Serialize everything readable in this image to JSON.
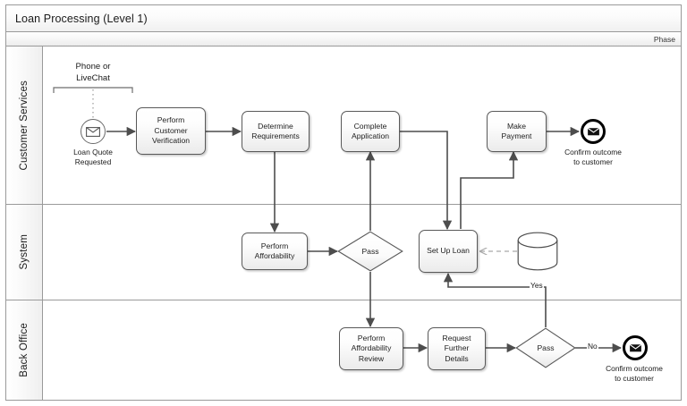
{
  "pool": {
    "title": "Loan Processing (Level 1)",
    "phase_label": "Phase"
  },
  "colors": {
    "frame_border": "#9a9a9a",
    "shape_border": "#595959",
    "flow_line": "#4d4d4d",
    "association": "#a9a9a9",
    "text": "#1a1a1a",
    "lane_header_bg": "#efefef"
  },
  "lanes": [
    {
      "id": "customer-services",
      "label": "Customer Services"
    },
    {
      "id": "system",
      "label": "System"
    },
    {
      "id": "back-office",
      "label": "Back Office"
    }
  ],
  "annotations": [
    {
      "id": "phone-or-livechat",
      "line1": "Phone or",
      "line2": "LiveChat"
    }
  ],
  "events": [
    {
      "id": "loan-quote-requested",
      "type": "message-start-event",
      "lane": "customer-services",
      "caption_line1": "Loan Quote",
      "caption_line2": "Requested",
      "icon": "envelope-icon"
    },
    {
      "id": "confirm-outcome-customer-services",
      "type": "message-end-event",
      "lane": "customer-services",
      "caption_line1": "Confirm outcome",
      "caption_line2": "to customer",
      "icon": "envelope-icon"
    },
    {
      "id": "confirm-outcome-back-office",
      "type": "message-end-event",
      "lane": "back-office",
      "caption_line1": "Confirm outcome",
      "caption_line2": "to customer",
      "icon": "envelope-icon"
    }
  ],
  "tasks": [
    {
      "id": "perform-customer-verification",
      "lane": "customer-services",
      "lines": [
        "Perform",
        "Customer",
        "Verification"
      ]
    },
    {
      "id": "determine-requirements",
      "lane": "customer-services",
      "lines": [
        "Determine",
        "Requirements"
      ]
    },
    {
      "id": "complete-application",
      "lane": "customer-services",
      "lines": [
        "Complete",
        "Application"
      ]
    },
    {
      "id": "make-payment",
      "lane": "customer-services",
      "lines": [
        "Make",
        "Payment"
      ]
    },
    {
      "id": "perform-affordability",
      "lane": "system",
      "lines": [
        "Perform",
        "Affordability"
      ]
    },
    {
      "id": "set-up-loan",
      "lane": "system",
      "lines": [
        "Set Up Loan"
      ]
    },
    {
      "id": "perform-affordability-review",
      "lane": "back-office",
      "lines": [
        "Perform",
        "Affordability",
        "Review"
      ]
    },
    {
      "id": "request-further-details",
      "lane": "back-office",
      "lines": [
        "Request",
        "Further",
        "Details"
      ]
    }
  ],
  "gateways": [
    {
      "id": "pass-system",
      "lane": "system",
      "label": "Pass",
      "type": "exclusive"
    },
    {
      "id": "pass-back-office",
      "lane": "back-office",
      "label": "Pass",
      "type": "exclusive"
    }
  ],
  "data_stores": [
    {
      "id": "loan-data-store",
      "lane": "system",
      "label": ""
    }
  ],
  "flow_labels": [
    {
      "id": "yes-label",
      "text": "Yes"
    },
    {
      "id": "no-label",
      "text": "No"
    }
  ]
}
